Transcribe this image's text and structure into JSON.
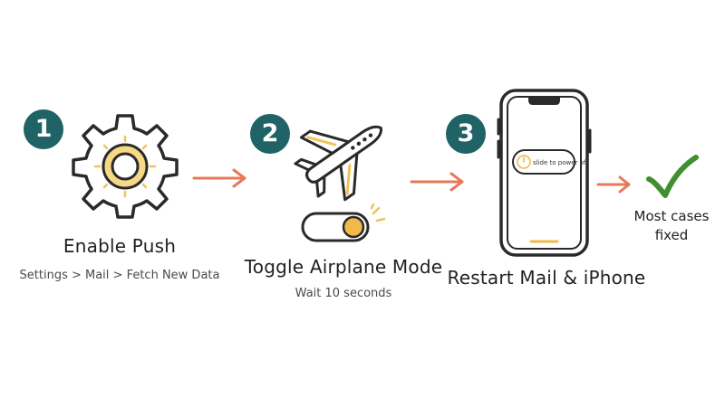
{
  "colors": {
    "badge": "#1f6366",
    "arrow": "#e8785a",
    "accent_yellow": "#f1c45a",
    "ink": "#2a2a2a",
    "check": "#3f8f2f"
  },
  "steps": [
    {
      "number": "1",
      "title": "Enable Push",
      "subtitle": "Settings > Mail > Fetch New Data",
      "icon": "gear-icon"
    },
    {
      "number": "2",
      "title": "Toggle Airplane Mode",
      "subtitle": "Wait 10 seconds",
      "icon": "airplane-icon"
    },
    {
      "number": "3",
      "title": "Restart Mail & iPhone",
      "subtitle": "",
      "icon": "iphone-icon",
      "phone_slider_text": "slide to power off"
    }
  ],
  "result": {
    "line1": "Most cases",
    "line2": "fixed",
    "icon": "checkmark-icon"
  }
}
